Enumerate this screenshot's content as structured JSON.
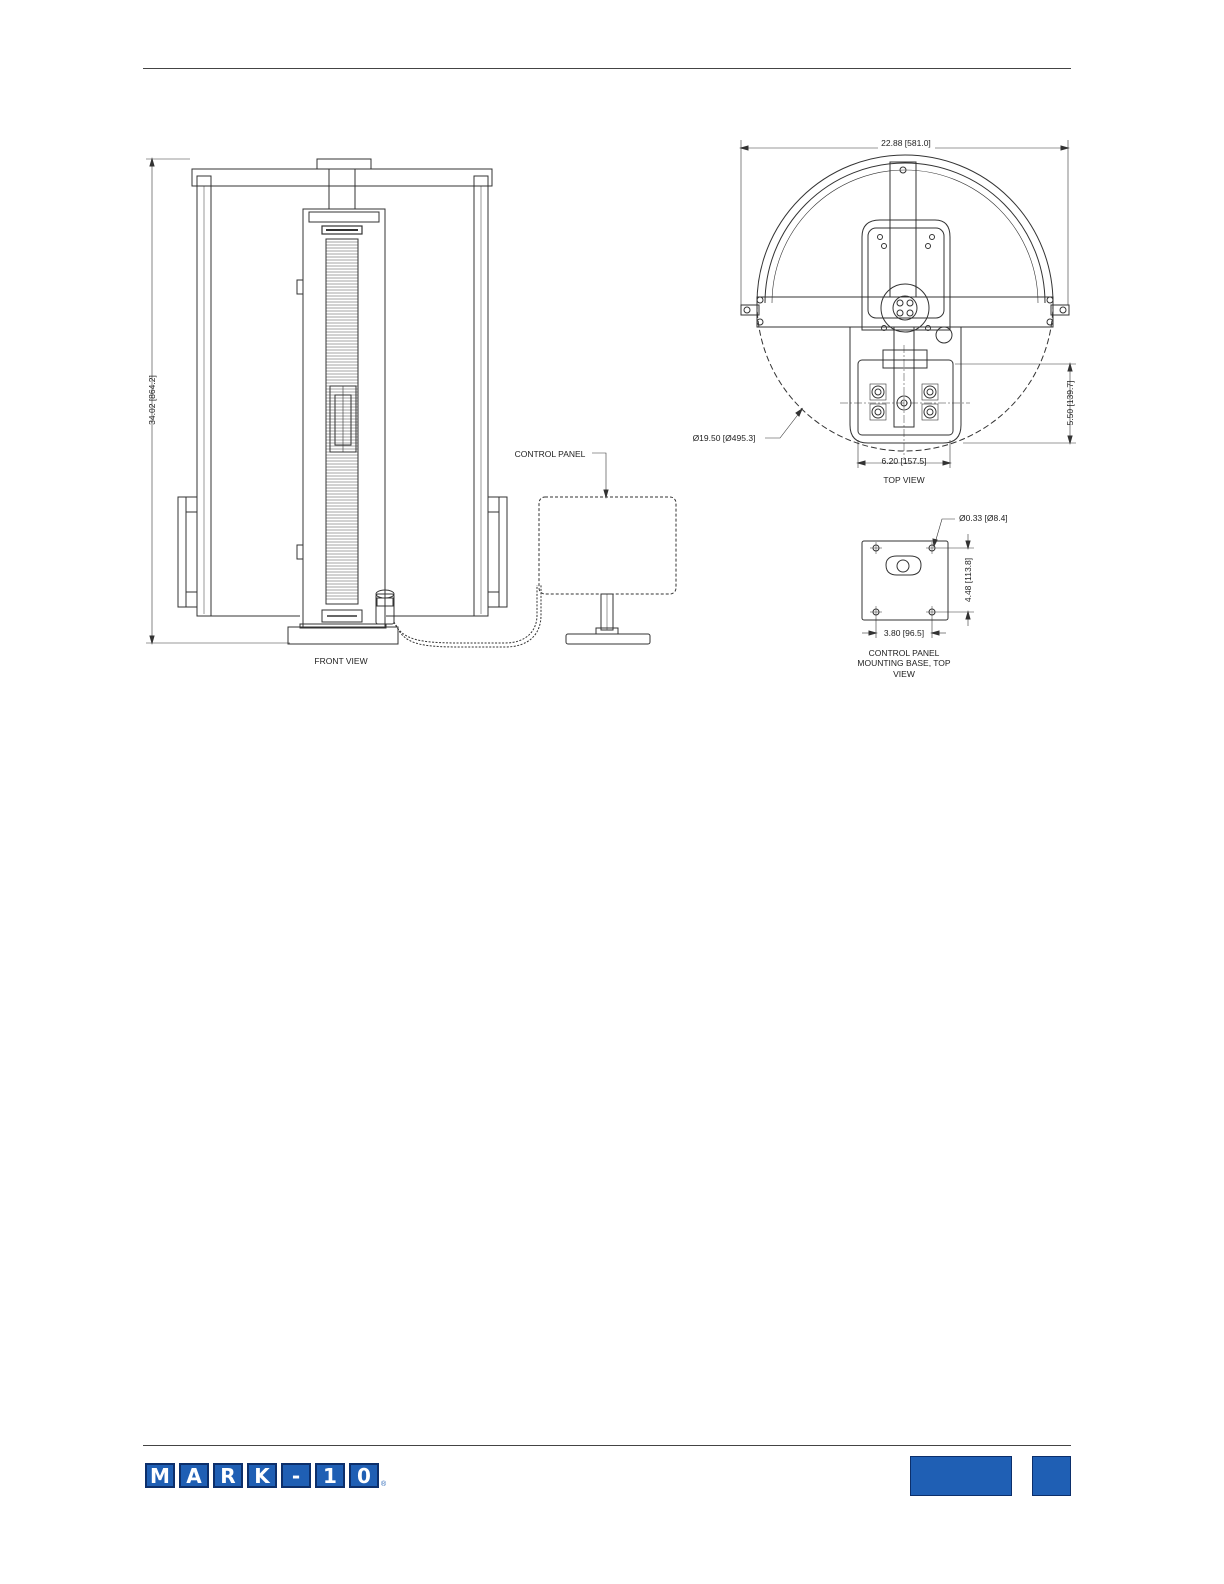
{
  "drawing": {
    "front_view": {
      "height_dimension": "34.02 [864.2]",
      "control_panel_label": "CONTROL PANEL",
      "caption": "FRONT VIEW"
    },
    "top_view": {
      "width_dimension": "22.88 [581.0]",
      "depth_dimension": "5.50 [139.7]",
      "diameter_dimension": "Ø19.50 [Ø495.3]",
      "base_width_dimension": "6.20 [157.5]",
      "caption": "TOP VIEW"
    },
    "mounting_base": {
      "hole_dimension": "Ø0.33 [Ø8.4]",
      "height_dimension": "4.48 [113.8]",
      "width_dimension": "3.80 [96.5]",
      "caption_lines": [
        "CONTROL PANEL",
        "MOUNTING BASE, TOP",
        "VIEW"
      ]
    }
  },
  "footer": {
    "logo_letters": [
      "M",
      "A",
      "R",
      "K",
      "-",
      "1",
      "0"
    ],
    "logo_mark": "®"
  },
  "colors": {
    "brand_blue": "#1f5fb4",
    "line": "#333333"
  }
}
